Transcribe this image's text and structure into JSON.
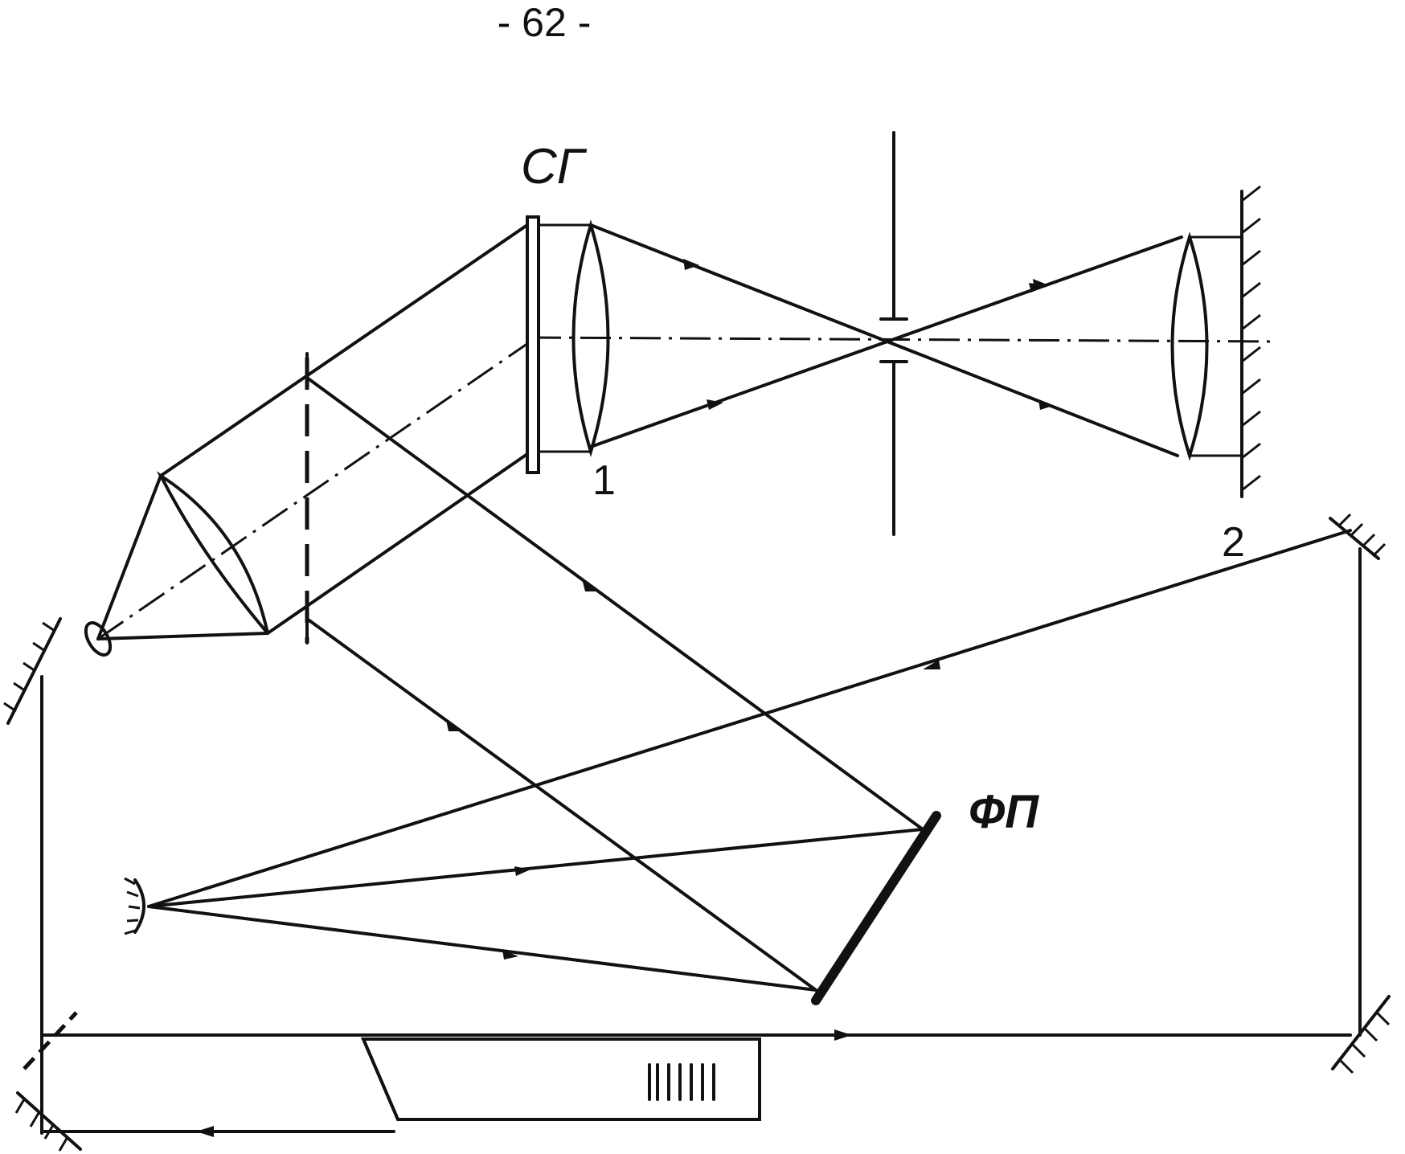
{
  "page_number": "- 62 -",
  "labels": {
    "hologram": "СГ",
    "photoplate": "ФП",
    "lens_1": "1",
    "lens_2": "2"
  }
}
